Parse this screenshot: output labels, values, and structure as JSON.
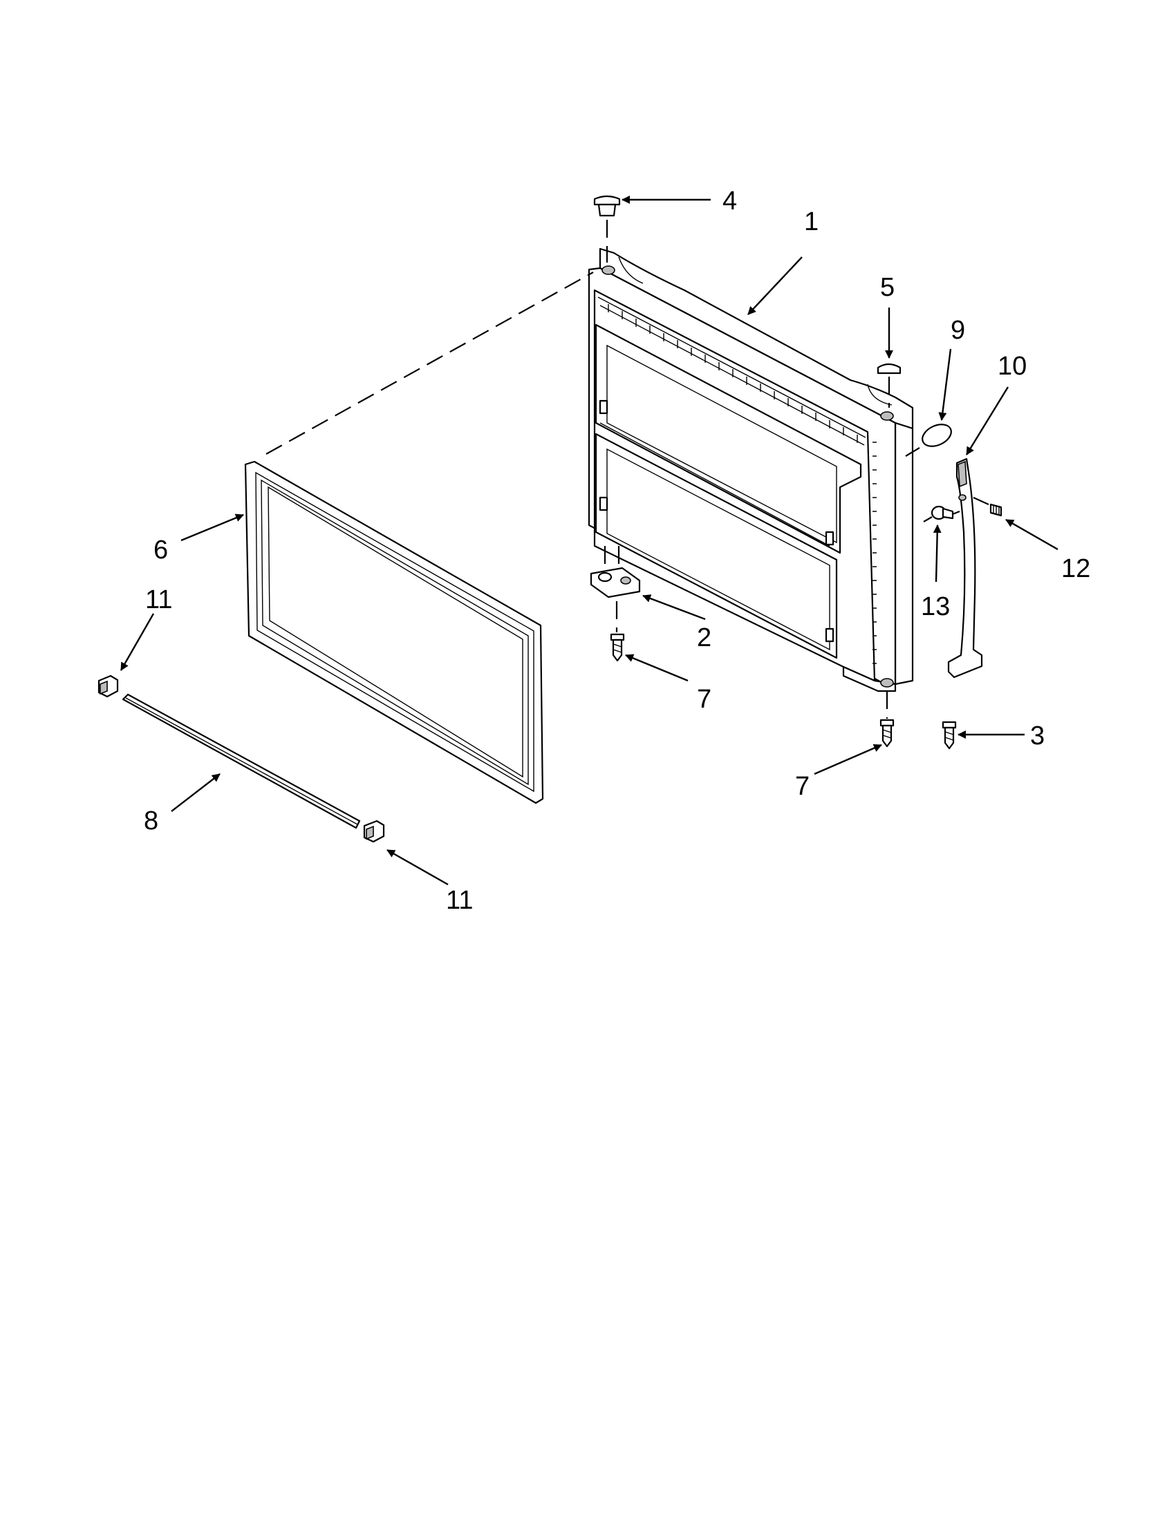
{
  "callouts": {
    "c1": "1",
    "c2": "2",
    "c3": "3",
    "c4": "4",
    "c5": "5",
    "c6": "6",
    "c7a": "7",
    "c7b": "7",
    "c8": "8",
    "c9": "9",
    "c10": "10",
    "c11a": "11",
    "c11b": "11",
    "c12": "12",
    "c13": "13"
  }
}
